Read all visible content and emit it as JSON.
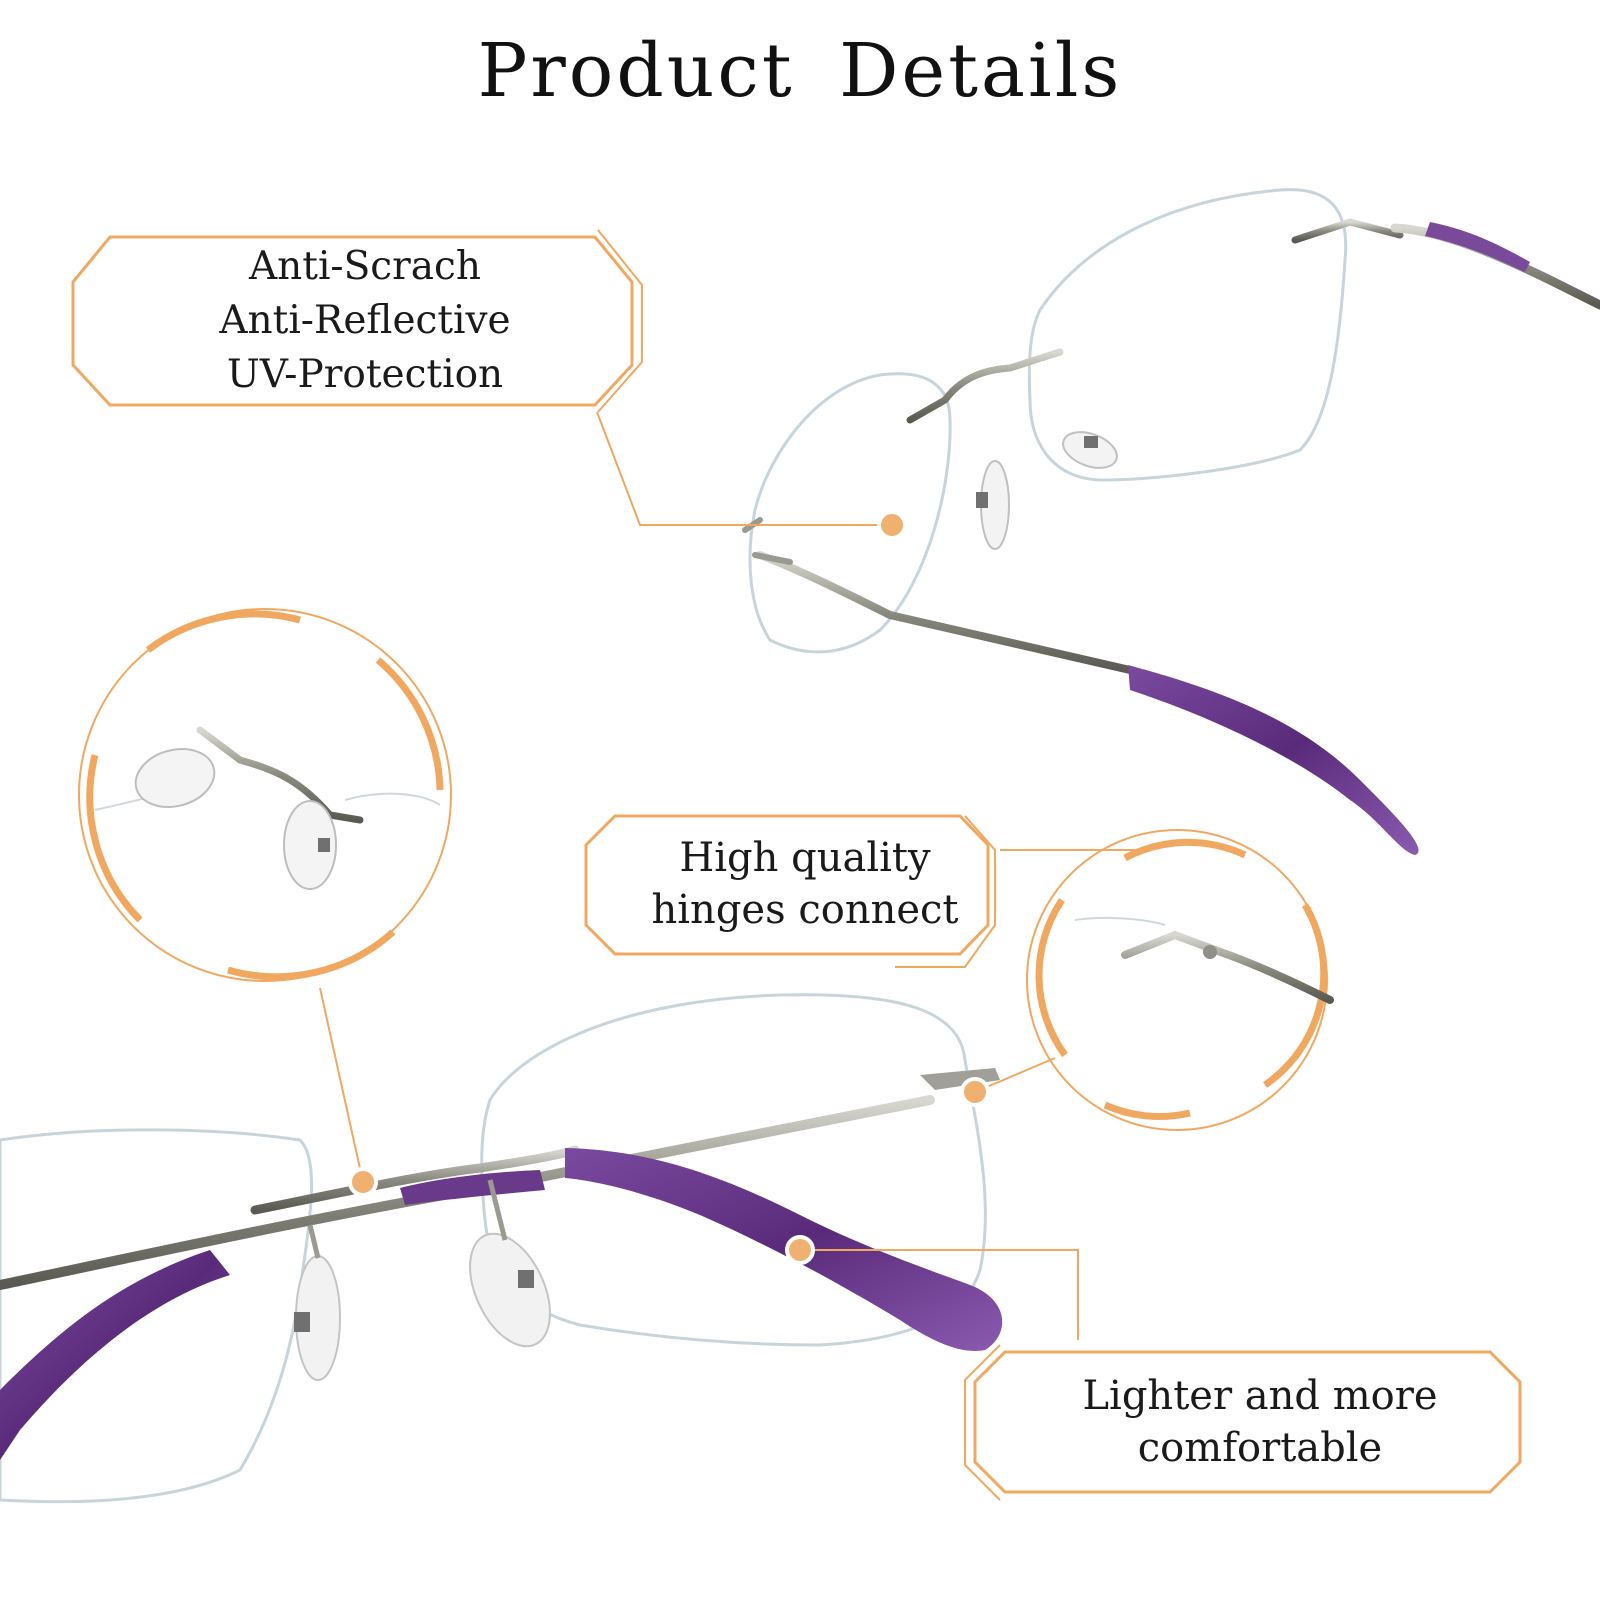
{
  "title": "Product  Details",
  "callouts": {
    "coatings": [
      "Anti-Scrach",
      "Anti-Reflective",
      "UV-Protection"
    ],
    "hinges": [
      "High quality",
      "hinges connect"
    ],
    "lighter": [
      "Lighter and more",
      "comfortable"
    ]
  },
  "colors": {
    "accent": "#f0a860",
    "accent_dot": "#f0b070",
    "frame_metal": "#8a8a80",
    "temple_tip": "#6a3a8a",
    "lens_edge": "#c8d4dc"
  }
}
